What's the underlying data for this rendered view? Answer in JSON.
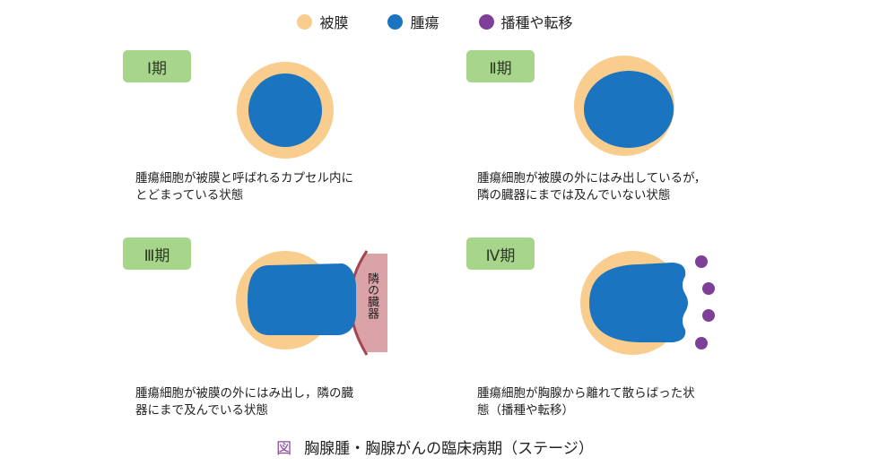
{
  "legend": [
    {
      "label": "被膜",
      "color": "#f9cd8e"
    },
    {
      "label": "腫瘍",
      "color": "#1b74bf"
    },
    {
      "label": "播種や転移",
      "color": "#7e3f98"
    }
  ],
  "colors": {
    "capsule": "#f9cd8e",
    "tumor": "#1b74bf",
    "metastasis": "#7e3f98",
    "badge": "#a8d58c",
    "organ_fill": "#d9a3a8",
    "organ_edge": "#a1474f"
  },
  "stages": [
    {
      "label": "Ⅰ期",
      "description": "腫瘍細胞が被膜と呼ばれるカプセル内に\nとどまっている状態"
    },
    {
      "label": "Ⅱ期",
      "description": "腫瘍細胞が被膜の外にはみ出しているが，\n隣の臓器にまでは及んでいない状態"
    },
    {
      "label": "Ⅲ期",
      "description": "腫瘍細胞が被膜の外にはみ出し，隣の臓\n器にまで及んでいる状態",
      "organ_label": "隣の臓器"
    },
    {
      "label": "Ⅳ期",
      "description": "腫瘍細胞が胸腺から離れて散らばった状\n態（播種や転移）"
    }
  ],
  "caption": {
    "figure_label": "図",
    "title": "胸腺腫・胸腺がんの臨床病期（ステージ）"
  }
}
